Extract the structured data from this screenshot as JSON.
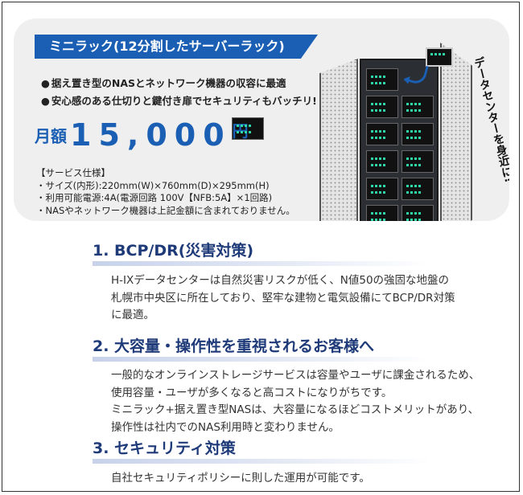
{
  "plan": {
    "title": "ミニラック(12分割したサーバーラック)",
    "bullets": [
      "据え置き型のNASとネットワーク機器の収容に最適",
      "安心感のある仕切りと鍵付き扉でセキュリティもバッチリ!"
    ],
    "price_label": "月額",
    "price_value": "15,000",
    "price_unit": "円",
    "spec_lines": [
      "【サービス仕様】",
      "・サイズ(内形):220mm(W)×760mm(D)×295mm(H)",
      "・利用可能電源:4A(電源回路 100V【NFB:5A】×1回路)",
      "・NASやネットワーク機器は上記金額に含まれておりません。"
    ],
    "tagline": "データセンターを身近に!"
  },
  "sections": [
    {
      "title": "1. BCP/DR(災害対策)",
      "lines": [
        "H-IXデータセンターは自然災害リスクが低く、N値50の強固な地盤の",
        "札幌市中央区に所在しており、堅牢な建物と電気設備にてBCP/DR対策",
        "に最適。"
      ]
    },
    {
      "title": "2. 大容量・操作性を重視されるお客様へ",
      "lines": [
        "一般的なオンラインストレージサービスは容量やユーザに課金されるため、",
        "使用容量・ユーザが多くなると高コストになりがちです。",
        "ミニラック+据え置き型NASは、大容量になるほどコストメリットがあり、",
        "操作性は社内でのNAS利用時と変わりません。"
      ]
    },
    {
      "title": "3. セキュリティ対策",
      "lines": [
        "自社セキュリティポリシーに則した運用が可能です。"
      ]
    }
  ],
  "colors": {
    "accent": "#1a5fb4",
    "heading": "#1e3a78",
    "card": "#efefef"
  }
}
